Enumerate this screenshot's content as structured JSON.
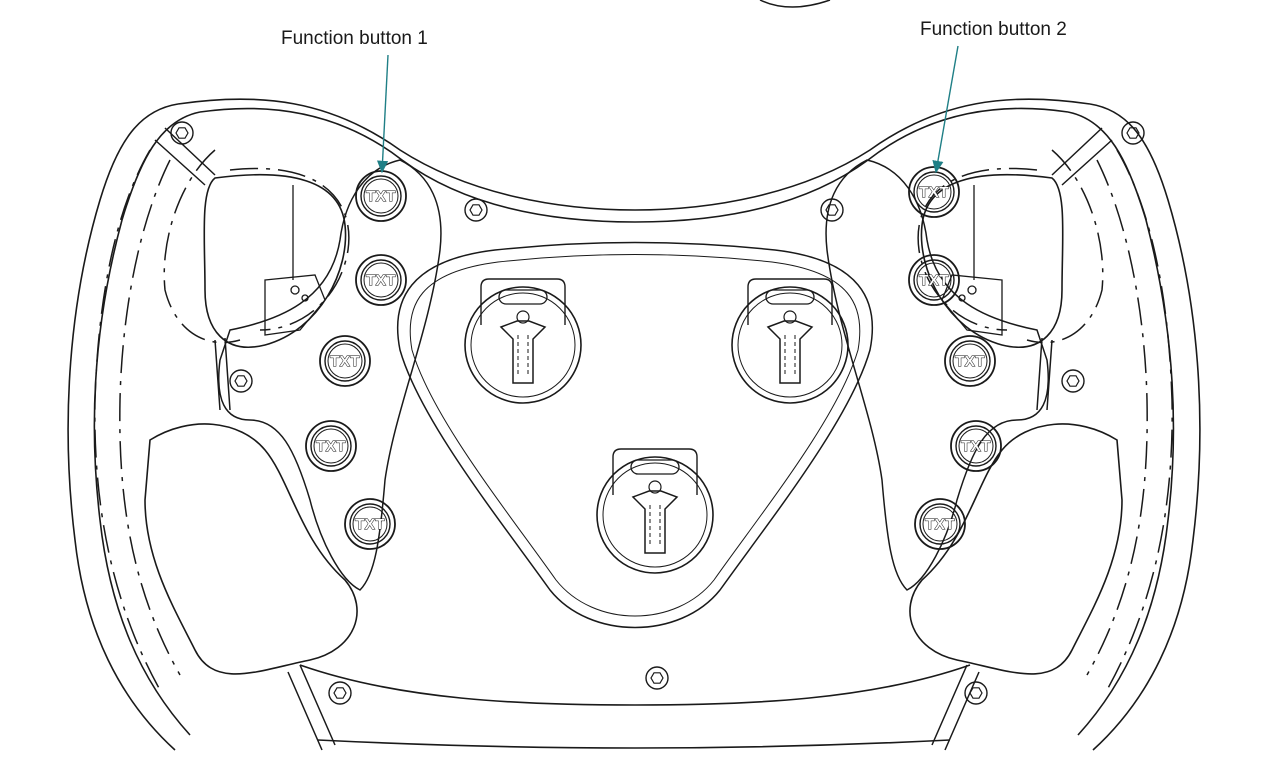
{
  "callouts": {
    "function_button_1": "Function button 1",
    "function_button_2": "Function button 2"
  },
  "buttons": {
    "left": [
      "TXT",
      "TXT",
      "TXT",
      "TXT",
      "TXT"
    ],
    "right": [
      "TXT",
      "TXT",
      "TXT",
      "TXT",
      "TXT"
    ]
  },
  "colors": {
    "line": "#1a1a1a",
    "leader": "#1f7f86",
    "background": "#ffffff"
  },
  "icons": {
    "screw": "hex-screw-icon",
    "rotary": "rotary-knob-icon",
    "button": "round-push-button-icon"
  }
}
